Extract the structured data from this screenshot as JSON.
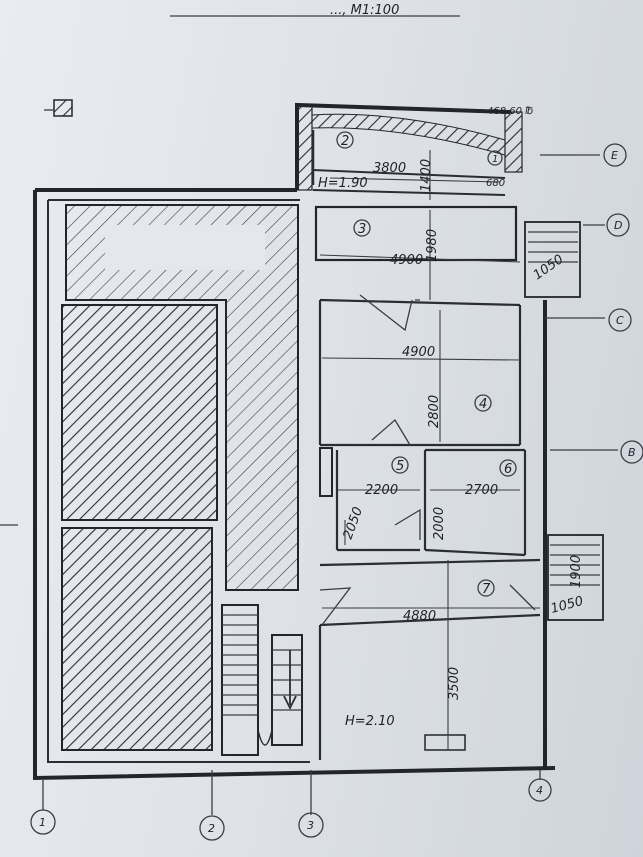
{
  "header": {
    "scale_text": "..., M1:100"
  },
  "top_note": "4€8 60 ℔",
  "rooms": [
    {
      "id": "room-2",
      "number": "2"
    },
    {
      "id": "room-1",
      "number": "1"
    },
    {
      "id": "room-3",
      "number": "3"
    },
    {
      "id": "room-4",
      "number": "4"
    },
    {
      "id": "room-5",
      "number": "5"
    },
    {
      "id": "room-6",
      "number": "6"
    },
    {
      "id": "room-7",
      "number": "7"
    }
  ],
  "heights": {
    "upper": "H=1.90",
    "lower": "H=2.10"
  },
  "dimensions": {
    "d3800": "3800",
    "d1400": "1400",
    "d680": "680",
    "d4900a": "4900",
    "d1980": "1980",
    "d1050a": "1050",
    "d4900b": "4900",
    "d2800": "2800",
    "d2200": "2200",
    "d2700": "2700",
    "d2050": "2050",
    "d2000": "2000",
    "d1900": "1900",
    "d4880": "4880",
    "d1050b": "1050",
    "d3500": "3500"
  },
  "axes": {
    "E": "E",
    "D": "D",
    "C": "C",
    "B": "B",
    "n1": "1",
    "n2": "2",
    "n3": "3",
    "n4": "4"
  },
  "colors": {
    "paper": "#e4e7eb",
    "ink": "#22252b"
  }
}
